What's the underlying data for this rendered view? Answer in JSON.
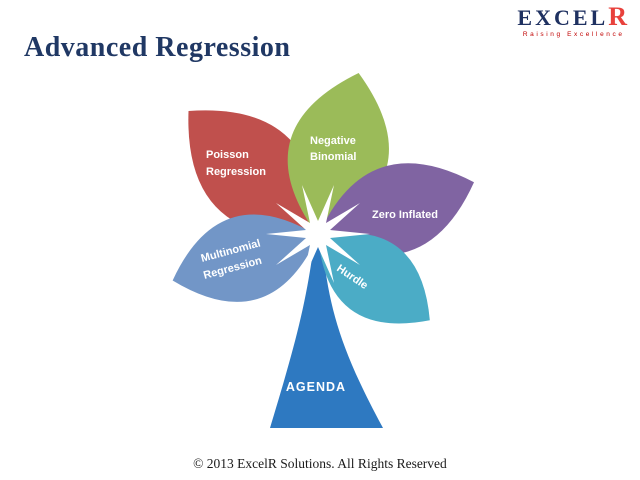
{
  "slide": {
    "title": "Advanced Regression",
    "footer": "© 2013 ExcelR Solutions. All Rights Reserved",
    "background": "#FFFFFF",
    "title_color": "#203864"
  },
  "logo": {
    "text_primary": "EXCEL",
    "text_accent": "R",
    "tagline": "Raising Excellence",
    "primary_color": "#1F3161",
    "accent_color": "#E8413C"
  },
  "diagram": {
    "type": "petal-diagram",
    "petals": {
      "poisson": {
        "line1": "Poisson",
        "line2": "Regression",
        "color": "#C0504D"
      },
      "negative_binomial": {
        "line1": "Negative",
        "line2": "Binomial",
        "color": "#9BBB59"
      },
      "zero_inflated": {
        "label": "Zero Inflated",
        "color": "#8064A2"
      },
      "hurdle": {
        "label": "Hurdle",
        "color": "#4BACC6"
      },
      "multinomial": {
        "line1": "Multinomial",
        "line2": "Regression",
        "color": "#7296C7"
      }
    },
    "stem": {
      "label": "AGENDA",
      "color": "#2E79C1"
    },
    "starburst_color": "#FFFFFF"
  }
}
